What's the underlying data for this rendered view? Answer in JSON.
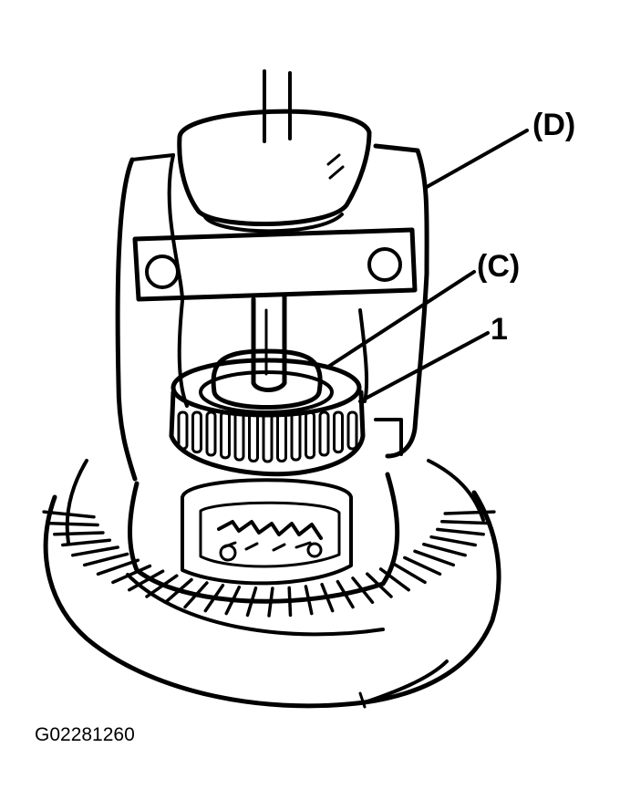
{
  "callouts": {
    "puller": "(D)",
    "adapter": "(C)",
    "bearing": "1"
  },
  "figure_id": "G02281260",
  "colors": {
    "ink": "#000000",
    "paper": "#ffffff"
  }
}
